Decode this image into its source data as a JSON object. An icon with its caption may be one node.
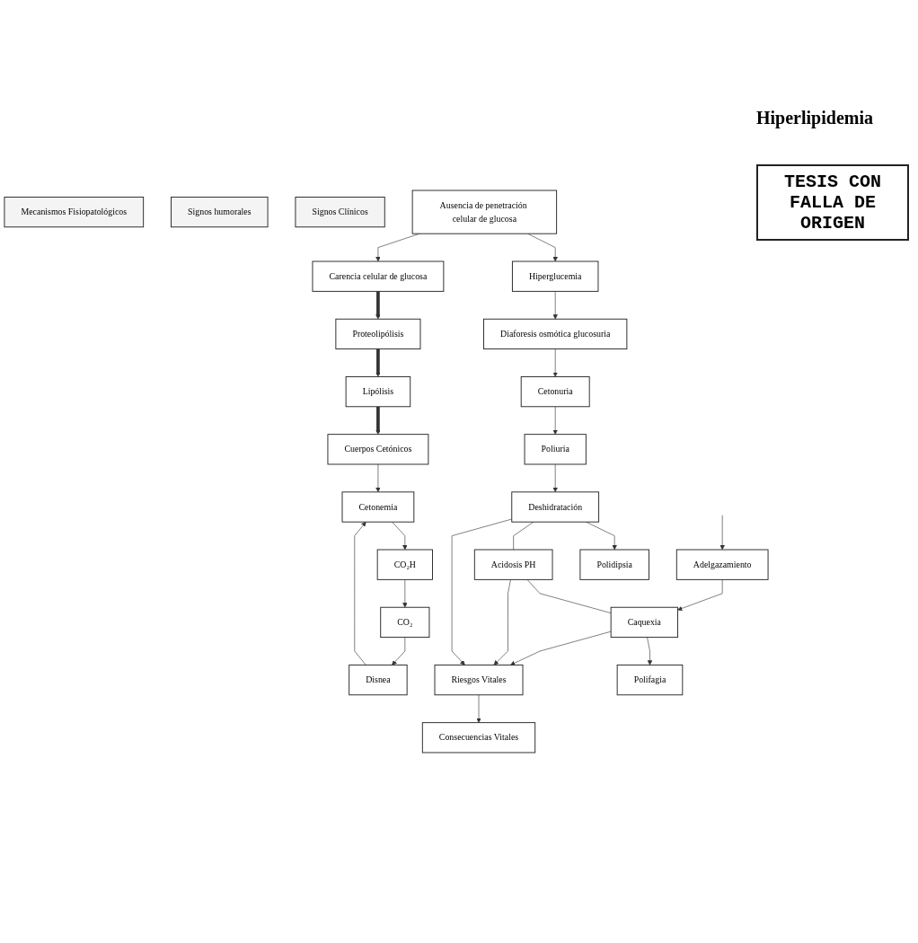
{
  "diagram": {
    "nodes": [
      {
        "text": [
          "Mecanismos Fisiopatológicos"
        ]
      },
      {
        "text": [
          "Signos humorales"
        ]
      },
      {
        "text": [
          "Signos Clínicos"
        ]
      },
      {
        "text": [
          "Ausencia de penetración celular de glucosa"
        ]
      },
      {
        "text": [
          "Hiperglucemia"
        ]
      },
      {
        "text": [
          "Carencia celular de glucosa"
        ]
      },
      {
        "text": [
          "Diaforesis osmótica glucosuria"
        ]
      },
      {
        "text": [
          "Cetonuria"
        ]
      },
      {
        "text": [
          "Proteolipólisis"
        ]
      },
      {
        "text": [
          "Lipólisis"
        ]
      },
      {
        "text": [
          "Cuerpos Cetónicos"
        ]
      },
      {
        "text": [
          "Poliuria"
        ]
      },
      {
        "text": [
          "Cetonemia"
        ]
      },
      {
        "text": [
          "CO₂H"
        ]
      },
      {
        "text": [
          "Adelgazamiento"
        ]
      },
      {
        "text": [
          "Disnea"
        ]
      },
      {
        "text": [
          "CO₂"
        ]
      },
      {
        "text": [
          "Polidipsia"
        ]
      },
      {
        "text": [
          "Polifagia"
        ]
      },
      {
        "text": [
          "Deshidratación"
        ]
      },
      {
        "text": [
          "Acidosis PH"
        ]
      },
      {
        "text": [
          "Caquexia"
        ]
      },
      {
        "text": [
          "Riesgos Vitales"
        ]
      },
      {
        "text": [
          "Consecuencias Vitales"
        ]
      }
    ],
    "edges": [
      {
        "from": 3,
        "to": 4,
        "arrow": "to"
      },
      {
        "from": 3,
        "to": 5,
        "arrow": "to"
      },
      {
        "from": 4,
        "to": 6,
        "arrow": "to"
      },
      {
        "from": 6,
        "to": 7,
        "arrow": "to"
      },
      {
        "from": 7,
        "to": 11,
        "arrow": "to"
      },
      {
        "from": 5,
        "to": 8,
        "arrow": "to",
        "style": "thick"
      },
      {
        "from": 8,
        "to": 9,
        "arrow": "to",
        "style": "thick"
      },
      {
        "from": 9,
        "to": 10,
        "arrow": "to",
        "style": "thick"
      },
      {
        "from": 10,
        "to": 12,
        "arrow": "to"
      },
      {
        "from": 12,
        "to": 13,
        "arrow": "to"
      },
      {
        "from": 13,
        "to": 16,
        "arrow": "to"
      },
      {
        "from": 16,
        "to": 15,
        "arrow": "to"
      },
      {
        "from": 15,
        "to": 12,
        "arrow": "to"
      },
      {
        "from": null,
        "to": 14,
        "arrow": "to"
      },
      {
        "from": 11,
        "to": 19,
        "arrow": "to"
      },
      {
        "from": 14,
        "to": 21,
        "arrow": "to"
      },
      {
        "from": 19,
        "to": 17,
        "arrow": "to"
      },
      {
        "from": 21,
        "to": 18,
        "arrow": "to"
      },
      {
        "from": 19,
        "to": 20,
        "arrow": "none"
      },
      {
        "from": 20,
        "to": 21,
        "arrow": "none"
      },
      {
        "from": 19,
        "to": 22,
        "arrow": "to"
      },
      {
        "from": 20,
        "to": 22,
        "arrow": "to"
      },
      {
        "from": 21,
        "to": 22,
        "arrow": "to"
      },
      {
        "from": 22,
        "to": 23,
        "arrow": "to"
      }
    ],
    "labels": [
      "Hiperlipidemia",
      "TESIS CON FALLA DE ORIGEN"
    ]
  }
}
